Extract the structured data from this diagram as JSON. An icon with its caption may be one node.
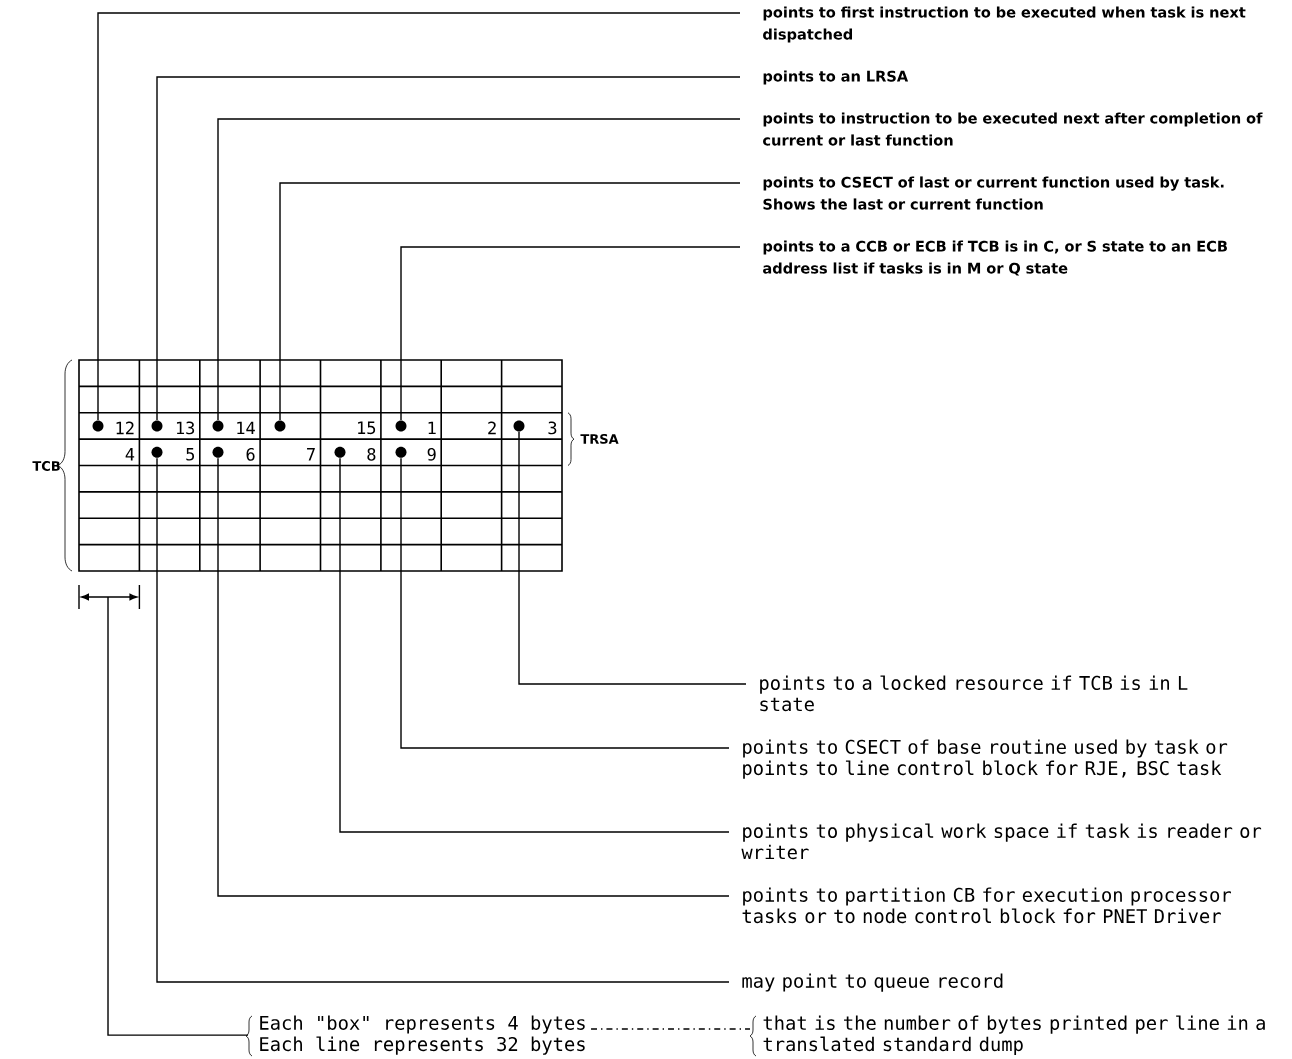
{
  "diagram": {
    "nodes": [
      {
        "text": [
          "points to first instruction to be executed when task is next dispatched"
        ]
      },
      {
        "text": [
          "points to an LRSA"
        ]
      },
      {
        "text": [
          "points to instruction to be executed next after completion of current or last function"
        ]
      },
      {
        "text": [
          "points to CSECT of last or current function used by task. Shows the last or current function"
        ]
      },
      {
        "text": [
          "points to a CCB or ECB if TCB is in C, or S state to an ECB address list if tasks is in M or Q state"
        ]
      },
      {
        "text": [],
        "shape": "circle"
      },
      {
        "text": [],
        "shape": "circle"
      },
      {
        "text": [],
        "shape": "circle"
      },
      {
        "text": [],
        "shape": "circle"
      },
      {
        "text": [],
        "shape": "circle"
      },
      {
        "text": [],
        "shape": "circle"
      },
      {
        "text": [],
        "shape": "circle"
      },
      {
        "text": [],
        "shape": "circle"
      },
      {
        "text": [],
        "shape": "circle"
      },
      {
        "text": [],
        "shape": "circle"
      },
      {
        "text": [
          "points to a locked resource if TCB is in L state"
        ]
      },
      {
        "text": [
          "points to CSECT of base routine used by task or points to line control block for RJE, BSC task"
        ]
      },
      {
        "text": [
          "points to physical work space if task is reader or writer"
        ]
      },
      {
        "text": [
          "points to partition CB for execution processor tasks or to node control block for PNET Driver"
        ]
      },
      {
        "text": [
          "may point to queue record"
        ]
      },
      {
        "text": [
          "Each \"box\" represents 4 bytes",
          "Each line represents 32 bytes"
        ]
      },
      {
        "text": [
          "that is the number of bytes printed per line in a translated standard dump"
        ]
      }
    ],
    "edges": [
      {
        "from": 0,
        "to": 5,
        "arrow": "none"
      },
      {
        "from": 1,
        "to": 6,
        "arrow": "none"
      },
      {
        "from": 2,
        "to": 7,
        "arrow": "none"
      },
      {
        "from": 3,
        "to": 8,
        "arrow": "none"
      },
      {
        "from": 4,
        "to": 9,
        "arrow": "none"
      },
      {
        "from": 15,
        "to": 10,
        "arrow": "none"
      },
      {
        "from": 16,
        "to": 14,
        "arrow": "none"
      },
      {
        "from": 17,
        "to": 13,
        "arrow": "none"
      },
      {
        "from": 18,
        "to": 12,
        "arrow": "none"
      },
      {
        "from": 19,
        "to": 11,
        "arrow": "none"
      },
      {
        "from": 20,
        "to": null,
        "arrow": "none"
      },
      {
        "from": 20,
        "to": 21,
        "arrow": "none",
        "style": "dashed"
      }
    ],
    "labels": [
      "12",
      "13",
      "14",
      "15",
      "1",
      "2",
      "3",
      "TRSA",
      "TCB",
      "4",
      "5",
      "6",
      "7",
      "8",
      "9"
    ]
  }
}
